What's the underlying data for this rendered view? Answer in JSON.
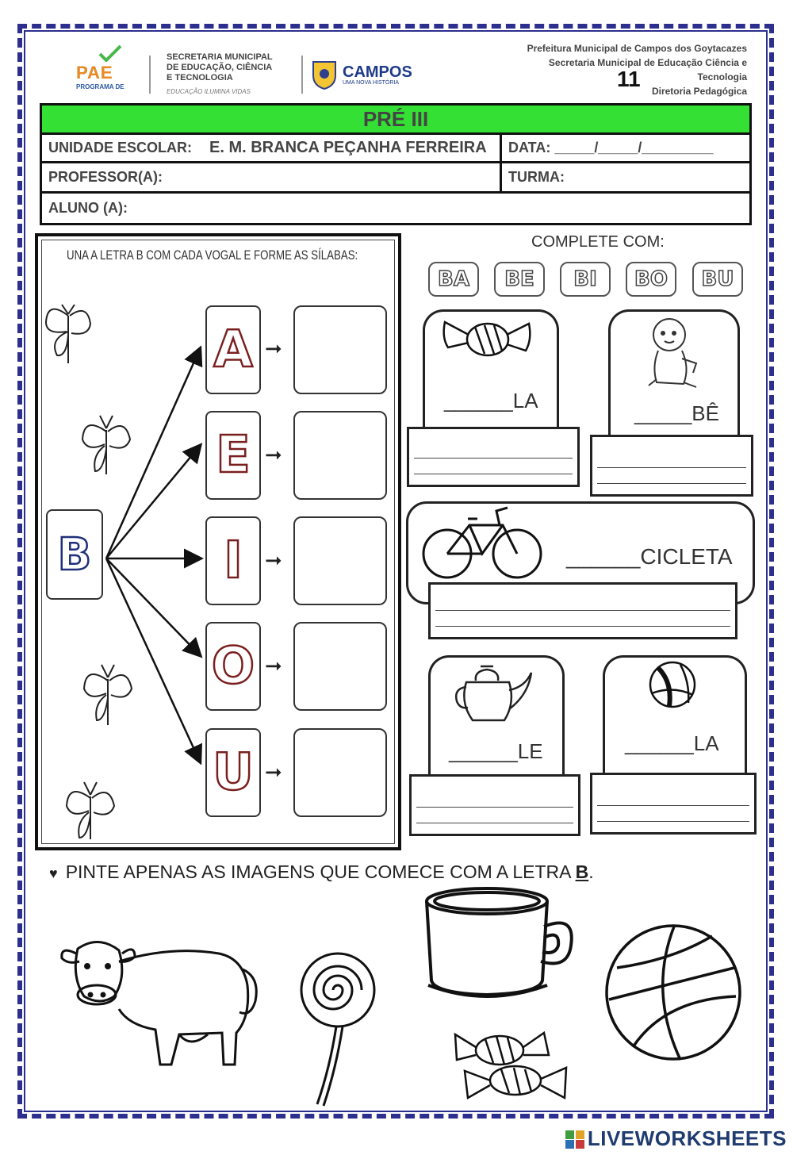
{
  "header": {
    "pae_logo": "PAE",
    "pae_sub": "PROGRAMA DE",
    "secretaria_lines": [
      "SECRETARIA MUNICIPAL",
      "DE EDUCAÇÃO, CIÊNCIA",
      "E TECNOLOGIA"
    ],
    "secretaria_tagline": "EDUCAÇÃO ILUMINA VIDAS",
    "campos_logo": "CAMPOS",
    "campos_sub": "UMA NOVA HISTÓRIA",
    "right_lines": [
      "Prefeitura Municipal de Campos dos Goytacazes",
      "Secretaria Municipal de Educação Ciência e",
      "Tecnologia",
      "Diretoria Pedagógica"
    ],
    "page_number": "11"
  },
  "form": {
    "title": "PRÉ III",
    "school_label": "UNIDADE ESCOLAR:",
    "school_value": "E. M. BRANCA PEÇANHA FERREIRA",
    "date_label": "DATA: _____/_____/_________",
    "teacher_label": "PROFESSOR(A):",
    "class_label": "TURMA:",
    "student_label": "ALUNO (A):"
  },
  "left_activity": {
    "instruction": "UNA A LETRA B COM CADA VOGAL E FORME AS SÍLABAS:",
    "source_letter": "B",
    "vowels": [
      "A",
      "E",
      "I",
      "O",
      "U"
    ],
    "arrow": "➞"
  },
  "right_activity": {
    "instruction": "COMPLETE COM:",
    "syllables": [
      "BA",
      "BE",
      "BI",
      "BO",
      "BU"
    ],
    "words": {
      "candy": "______LA",
      "baby": "_____BÊ",
      "bike": "______CICLETA",
      "teapot": "______LE",
      "ball": "______LA"
    }
  },
  "bottom_activity": {
    "bullet": "♥",
    "instruction_prefix": "PINTE APENAS AS IMAGENS QUE COMECE COM A LETRA ",
    "instruction_letter": "B",
    "instruction_suffix": "."
  },
  "footer": {
    "brand": "LIVEWORKSHEETS"
  },
  "colors": {
    "border": "#2d2f8f",
    "title_bar": "#33e033",
    "letter_outline": "#7a1f1f",
    "b_outline": "#1f2f7a"
  }
}
